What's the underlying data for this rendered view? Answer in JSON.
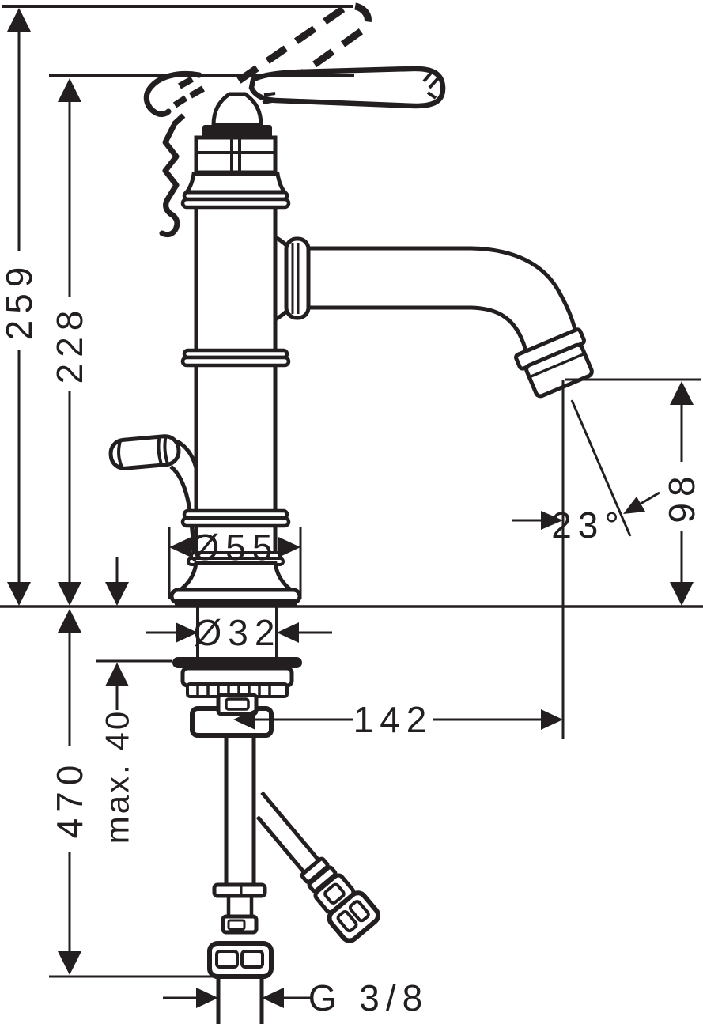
{
  "drawing": {
    "type": "technical-dimension-drawing",
    "line_color": "#231f20",
    "background_color": "#ffffff",
    "labels": {
      "overall_height": "259",
      "height_to_handle": "228",
      "base_diameter": "Ø55",
      "shank_diameter": "Ø32",
      "spout_outlet_height": "98",
      "spout_angle": "23°",
      "spout_reach": "142",
      "max_mounting_thickness": "max. 40",
      "hose_drop_length": "470",
      "connection_thread": "G 3/8"
    }
  }
}
